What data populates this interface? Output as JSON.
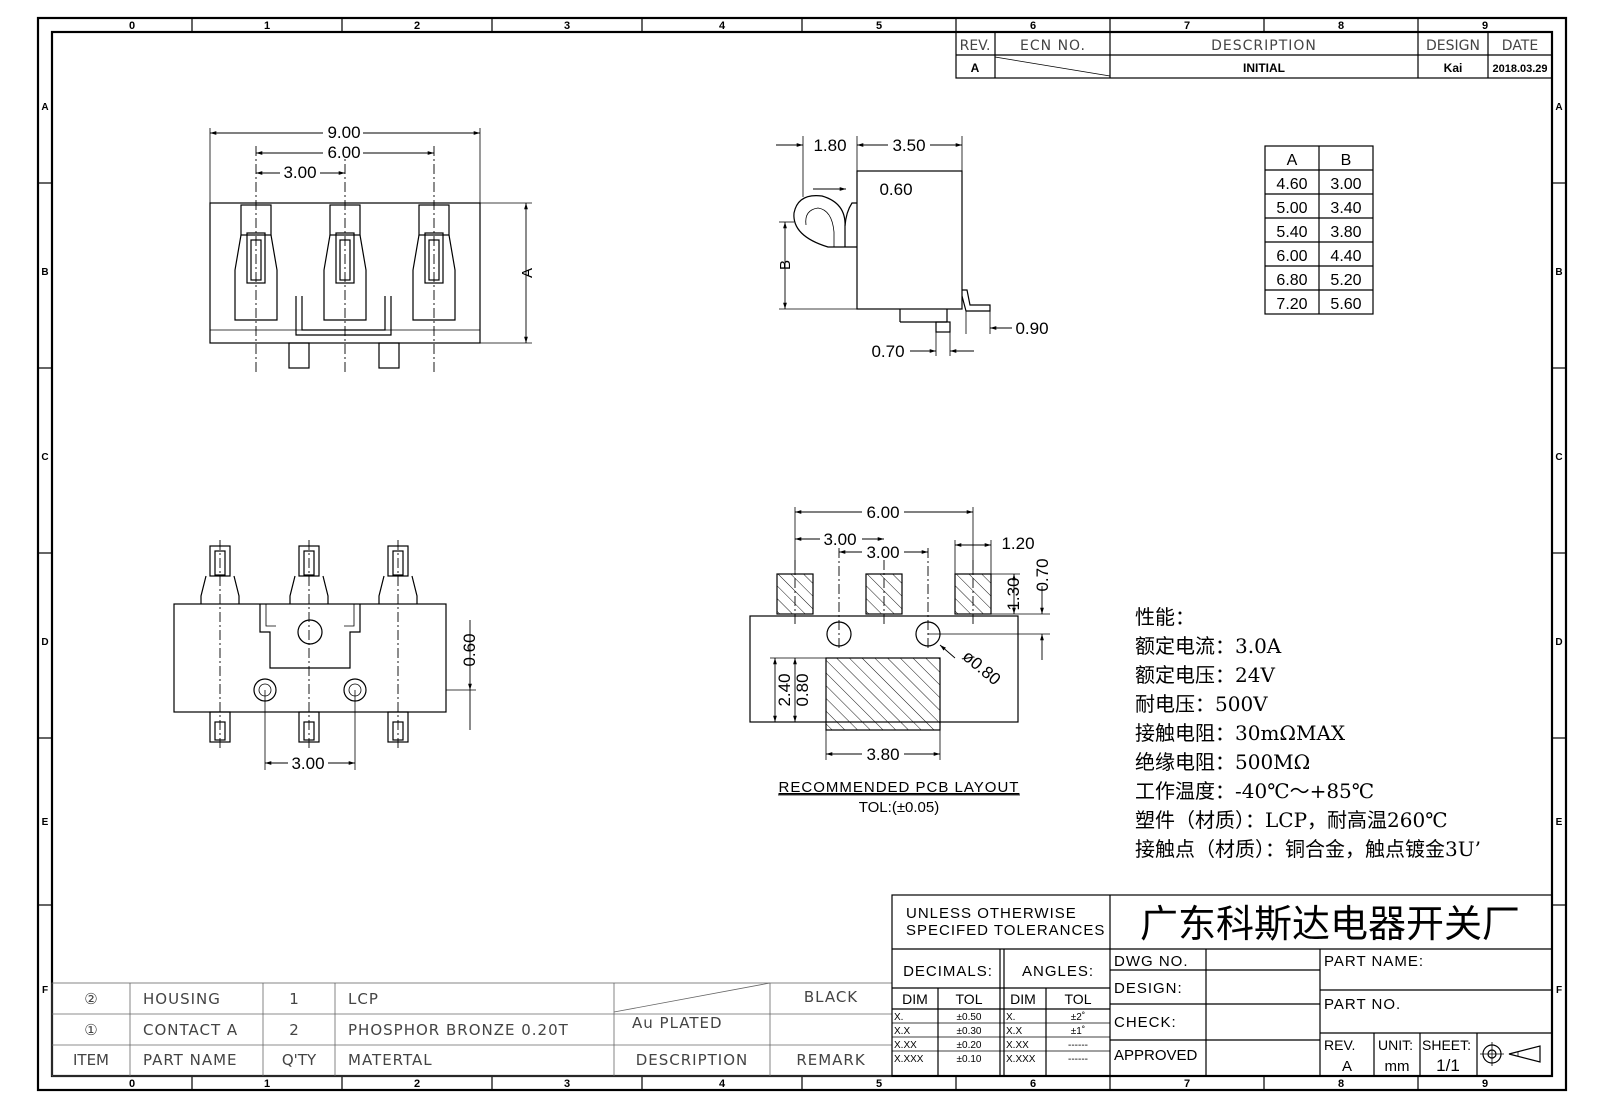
{
  "border": {
    "columns": [
      "0",
      "1",
      "2",
      "3",
      "4",
      "5",
      "6",
      "7",
      "8",
      "9"
    ],
    "rows": [
      "A",
      "B",
      "C",
      "D",
      "E",
      "F"
    ]
  },
  "revision_block": {
    "headers": {
      "rev": "REV.",
      "ecn": "ECN NO.",
      "description": "DESCRIPTION",
      "design": "DESIGN",
      "date": "DATE"
    },
    "row": {
      "rev": "A",
      "description": "INITIAL",
      "design": "Kai",
      "date": "2018.03.29"
    }
  },
  "top_view": {
    "dims": [
      "9.00",
      "6.00",
      "3.00",
      "A"
    ]
  },
  "side_view": {
    "dims": [
      "1.80",
      "3.50",
      "0.60",
      "B",
      "0.90",
      "0.70"
    ]
  },
  "ab_table": {
    "headers": [
      "A",
      "B"
    ],
    "rows": [
      [
        "4.60",
        "3.00"
      ],
      [
        "5.00",
        "3.40"
      ],
      [
        "5.40",
        "3.80"
      ],
      [
        "6.00",
        "4.40"
      ],
      [
        "6.80",
        "5.20"
      ],
      [
        "7.20",
        "5.60"
      ]
    ]
  },
  "bottom_view": {
    "dims": [
      "0.60",
      "3.00"
    ]
  },
  "pcb_layout": {
    "dims": [
      "6.00",
      "3.00",
      "3.00",
      "1.20",
      "0.70",
      "1.30",
      "ø0.80",
      "2.40",
      "0.80",
      "3.80"
    ],
    "title": "RECOMMENDED PCB LAYOUT",
    "tolerance": "TOL:(±0.05)"
  },
  "specs": {
    "title": "性能：",
    "lines": [
      "额定电流：3.0A",
      "额定电压：24V",
      "耐电压：500V",
      "接触电阻：30mΩMAX",
      "绝缘电阻：500MΩ",
      "工作温度：-40℃～+85℃",
      "塑件（材质）：LCP，耐高温260℃",
      "接触点（材质）：铜合金，触点镀金3U’"
    ]
  },
  "bom": {
    "rows": [
      {
        "item": "②",
        "part": "HOUSING",
        "qty": "1",
        "material": "LCP",
        "description": "",
        "remark": "BLACK"
      },
      {
        "item": "①",
        "part": "CONTACT A",
        "qty": "2",
        "material": "PHOSPHOR BRONZE 0.20T",
        "description": "Au PLATED",
        "remark": ""
      }
    ],
    "header": {
      "item": "ITEM",
      "part": "PART NAME",
      "qty": "Q'TY",
      "material": "MATERTAL",
      "description": "DESCRIPTION",
      "remark": "REMARK"
    }
  },
  "title_block": {
    "tol_note_1": "UNLESS OTHERWISE",
    "tol_note_2": "SPECIFED TOLERANCES",
    "company": "广东科斯达电器开关厂",
    "decimals": "DECIMALS:",
    "angles": "ANGLES:",
    "dim": "DIM",
    "tol": "TOL",
    "decimal_rows": [
      [
        "X.",
        "±0.50"
      ],
      [
        "X.X",
        "±0.30"
      ],
      [
        "X.XX",
        "±0.20"
      ],
      [
        "X.XXX",
        "±0.10"
      ]
    ],
    "angle_rows": [
      [
        "X.",
        "±2˚"
      ],
      [
        "X.X",
        "±1˚"
      ],
      [
        "X.XX",
        "------"
      ],
      [
        "X.XXX",
        "------"
      ]
    ],
    "dwg_no": "DWG NO.",
    "design": "DESIGN:",
    "check": "CHECK:",
    "approved": "APPROVED",
    "part_name": "PART NAME:",
    "part_no": "PART NO.",
    "rev_label": "REV.",
    "rev_value": "A",
    "unit_label": "UNIT:",
    "unit_value": "mm",
    "sheet_label": "SHEET:",
    "sheet_value": "1/1"
  }
}
